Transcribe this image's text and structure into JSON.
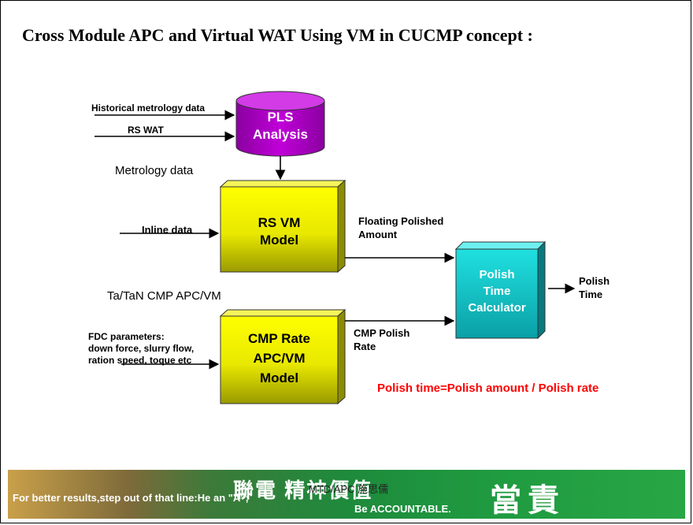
{
  "title": "Cross Module APC and Virtual WAT Using VM in CUCMP concept :",
  "inputs": {
    "historical_metrology": "Historical metrology data",
    "rs_wat": "RS WAT",
    "metrology_data": "Metrology data",
    "inline_data": "Inline data",
    "section_label": "Ta/TaN CMP APC/VM",
    "fdc_line1": "FDC parameters:",
    "fdc_line2": "down force, slurry flow,",
    "fdc_line3": "ration speed, toque etc"
  },
  "boxes": {
    "pls_line1": "PLS",
    "pls_line2": "Analysis",
    "rsvm_line1": "RS VM",
    "rsvm_line2": "Model",
    "cmp_line1": "CMP Rate",
    "cmp_line2": "APC/VM",
    "cmp_line3": "Model",
    "polish_line1": "Polish",
    "polish_line2": "Time",
    "polish_line3": "Calculator"
  },
  "outputs": {
    "floating_line1": "Floating Polished",
    "floating_line2": "Amount",
    "cmp_rate_line1": "CMP Polish",
    "cmp_rate_line2": "Rate",
    "polish_time_line1": "Polish",
    "polish_time_line2": "Time"
  },
  "formula": "Polish time=Polish amount / Polish rate",
  "footer": {
    "slogan_cn": "聯電 精神價值",
    "slogan_en_line1": "For better results,step out of that line:He an \"A\";",
    "slogan_en_line2": "Be ACCOUNTABLE.",
    "page_label": "MTD/APC 施思儒",
    "logo_text": "當責"
  },
  "colors": {
    "pls_cylinder": "#b000c8",
    "model_box": "#e6e600",
    "calculator_box": "#1fc9cc",
    "formula": "#ff0000"
  }
}
